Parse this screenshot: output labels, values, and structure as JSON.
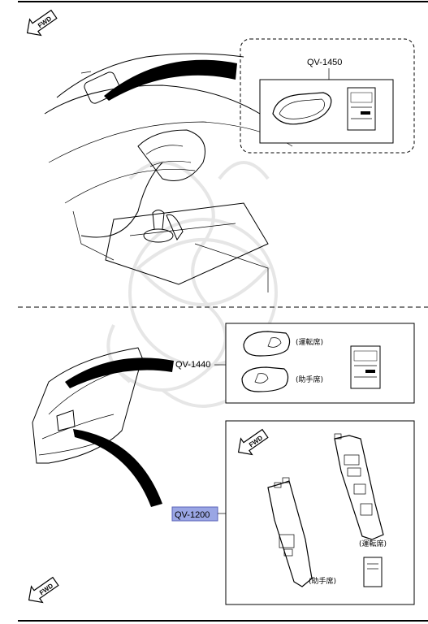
{
  "arrows": {
    "fwd_label": "FWD"
  },
  "top_section": {
    "part_label": "QV-1450",
    "manual_lines": [
      "",
      ""
    ]
  },
  "bottom_section": {
    "door_part_label": "QV-1440",
    "driver_label": "(運転席)",
    "passenger_label": "(助手席)",
    "switch_part_label": "QV-1200",
    "switch_driver_label": "(運転席)",
    "switch_passenger_label": "(助手席)"
  },
  "colors": {
    "highlight": "#9aa6e4",
    "highlight_border": "#5a63b8",
    "watermark": "#e6e6e6"
  }
}
